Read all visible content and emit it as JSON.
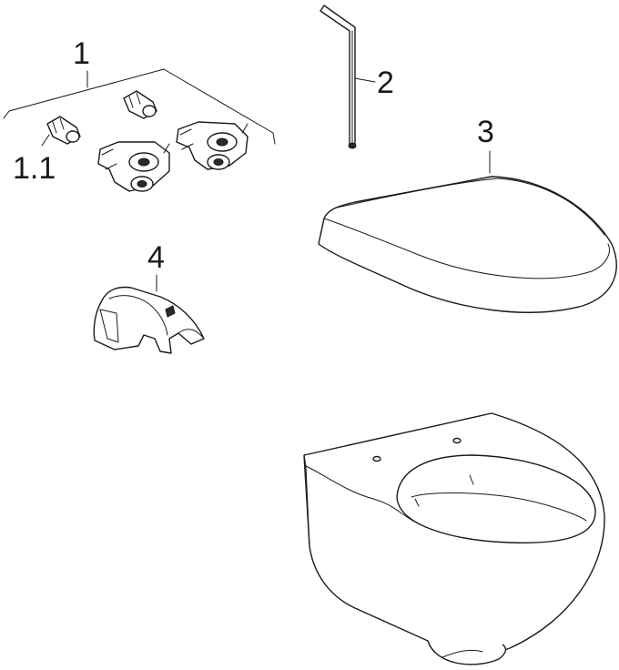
{
  "callouts": {
    "part_1": "1",
    "part_1_1": "1.1",
    "part_2": "2",
    "part_3": "3",
    "part_4": "4"
  }
}
